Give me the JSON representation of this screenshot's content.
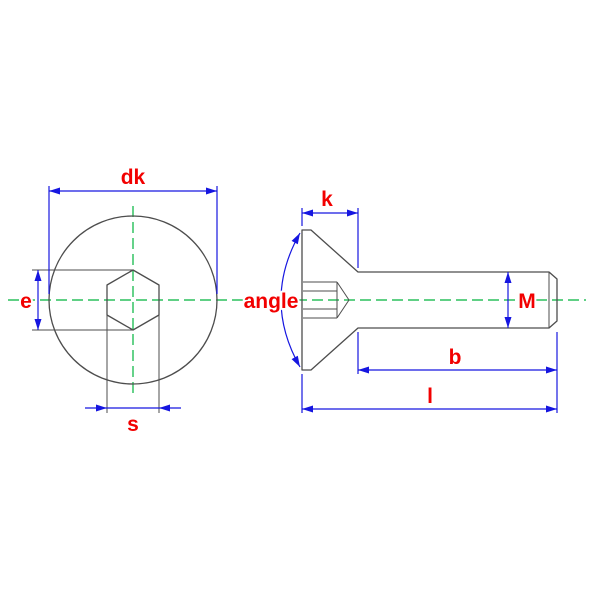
{
  "drawing": {
    "description": "Technical drawing of a countersunk hex-socket screw: front view of head (left) and side profile view (right) with dimension annotations",
    "labels": {
      "dk": "dk",
      "e": "e",
      "s": "s",
      "k": "k",
      "angle": "angle",
      "m": "M",
      "b": "b",
      "l": "l"
    },
    "colors": {
      "dimension_lines": "#1616e0",
      "labels": "#f20000",
      "centerlines": "#00b33c",
      "part_outline": "#4d4d4d",
      "background": "#ffffff"
    }
  }
}
